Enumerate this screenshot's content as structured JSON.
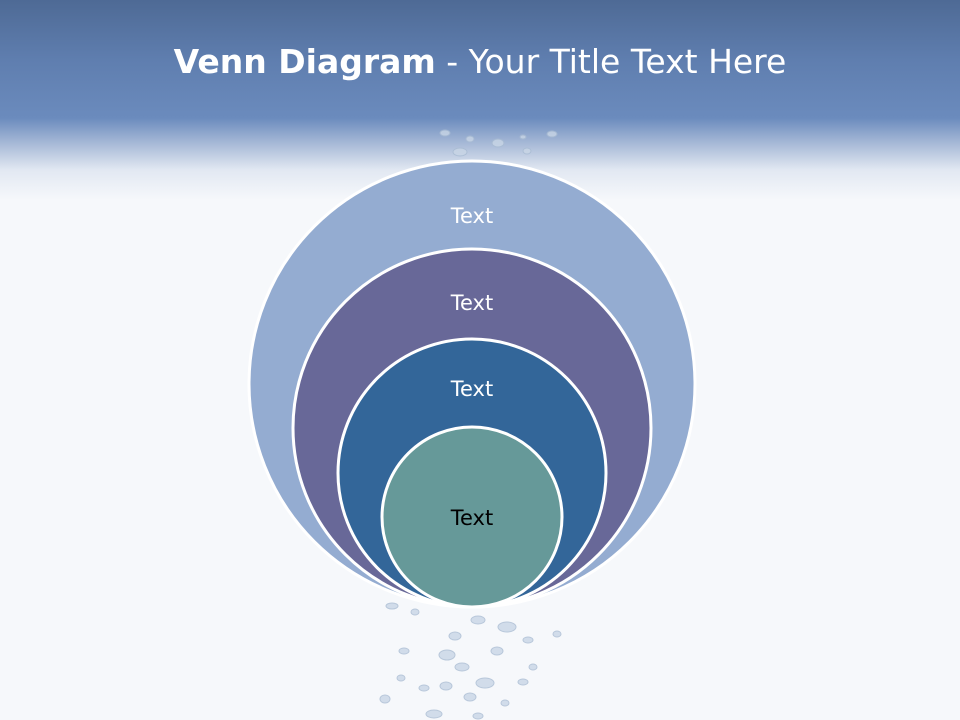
{
  "title": {
    "bold": "Venn Diagram",
    "rest": " - Your Title Text Here"
  },
  "rings": [
    {
      "label": "Text",
      "fill": "#94acd1",
      "text_color": "#ffffff"
    },
    {
      "label": "Text",
      "fill": "#686898",
      "text_color": "#ffffff"
    },
    {
      "label": "Text",
      "fill": "#336699",
      "text_color": "#ffffff"
    },
    {
      "label": "Text",
      "fill": "#669999",
      "text_color": "#000000"
    }
  ],
  "colors": {
    "header_band": "#6b8bbd",
    "background": "#f6f8fb",
    "ring_stroke": "#ffffff"
  }
}
